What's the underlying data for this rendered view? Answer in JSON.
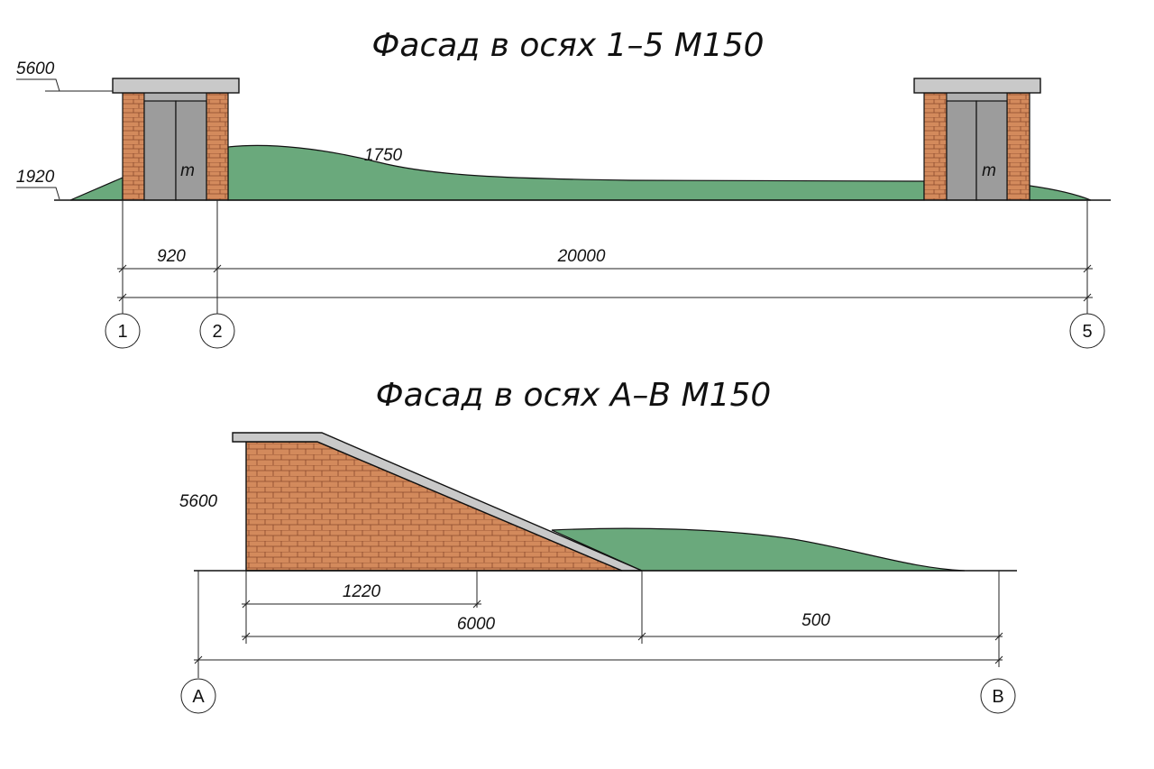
{
  "colors": {
    "brick": "#d38a5c",
    "mortar": "#8a4a2c",
    "grass": "#6aa97c",
    "slab": "#c9c9c9",
    "door": "#9c9c9c"
  },
  "facade1": {
    "title": "Фасад в осях 1–5 М150",
    "levels": [
      "5600",
      "1920"
    ],
    "mound_label": "1750",
    "door_mark": "m",
    "dims": [
      "920",
      "20000"
    ],
    "axes": [
      "1",
      "2",
      "5"
    ]
  },
  "facade2": {
    "title": "Фасад в осях А–В М150",
    "height_label": "5600",
    "dims": [
      "1220",
      "6000",
      "500"
    ],
    "axes": [
      "А",
      "В"
    ]
  }
}
